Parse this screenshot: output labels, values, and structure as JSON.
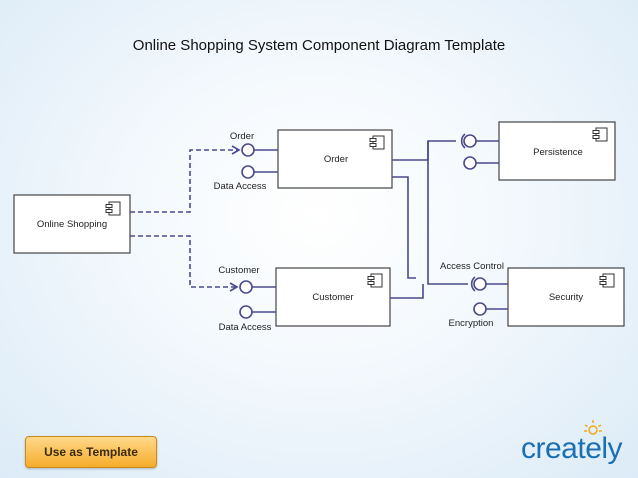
{
  "title": "Online Shopping System Component Diagram Template",
  "components": {
    "online_shopping": "Online Shopping",
    "order": "Order",
    "customer": "Customer",
    "persistence": "Persistence",
    "security": "Security"
  },
  "interfaces": {
    "order": "Order",
    "order_data_access": "Data Access",
    "customer": "Customer",
    "customer_data_access": "Data Access",
    "access_control": "Access Control",
    "encryption": "Encryption"
  },
  "button": {
    "use_template": "Use as Template"
  },
  "logo": {
    "text": "creately"
  },
  "colors": {
    "line": "#4a4a8c",
    "button": "#f5ac2b",
    "logo": "#1b6fb3"
  }
}
